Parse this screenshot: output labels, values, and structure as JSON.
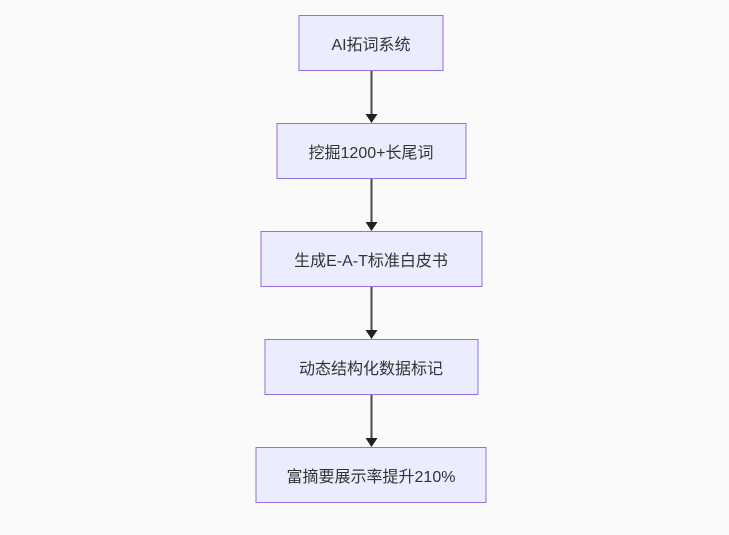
{
  "diagram": {
    "type": "flowchart-top-down",
    "colors": {
      "background": "#fafafa",
      "node_fill": "#ececff",
      "node_border": "#9370db",
      "node_text": "#333333",
      "arrow_line": "#494949",
      "arrow_head": "#222222"
    },
    "nodes": [
      {
        "label": "AI拓词系统"
      },
      {
        "label": "挖掘1200+长尾词"
      },
      {
        "label": "生成E-A-T标准白皮书"
      },
      {
        "label": "动态结构化数据标记"
      },
      {
        "label": "富摘要展示率提升210%"
      }
    ],
    "edges": [
      {
        "from": 0,
        "to": 1
      },
      {
        "from": 1,
        "to": 2
      },
      {
        "from": 2,
        "to": 3
      },
      {
        "from": 3,
        "to": 4
      }
    ]
  }
}
